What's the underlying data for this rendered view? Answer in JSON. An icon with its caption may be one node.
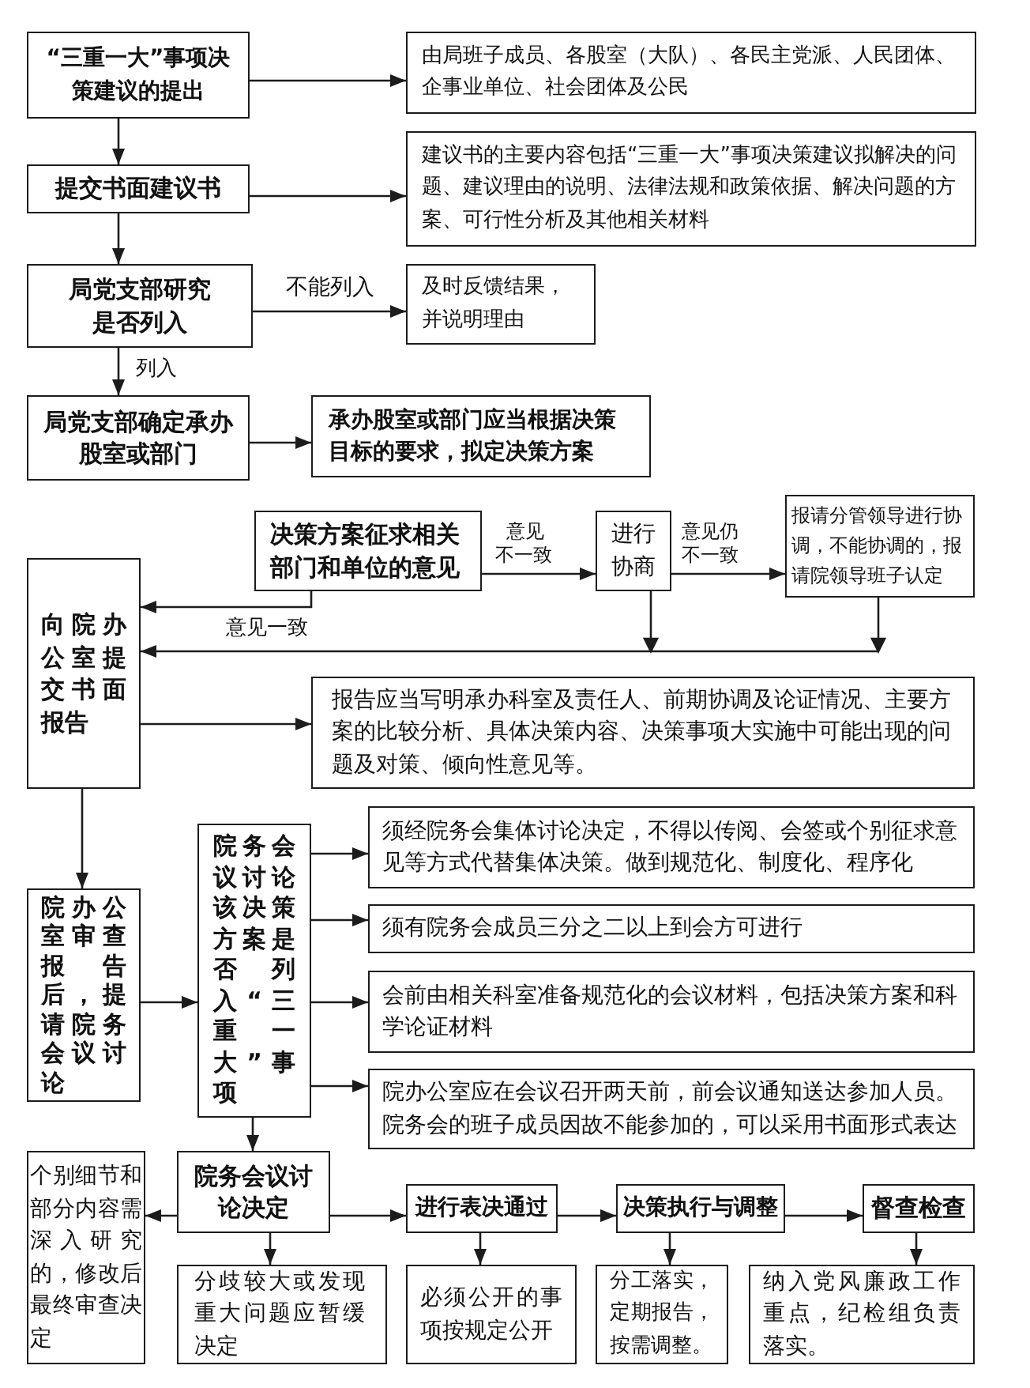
{
  "diagram": {
    "nodes": [
      {
        "text": [
          "“三重一大”事项决策建议的提出"
        ]
      },
      {
        "text": [
          "由局班子成员、各股室（大队）、各民主党派、人民团体、企事业单位、社会团体及公民"
        ]
      },
      {
        "text": [
          "提交书面建议书"
        ]
      },
      {
        "text": [
          "建议书的主要内容包括“三重一大”事项决策建议拟解决的问题、建议理由的说明、法律法规和政策依据、解决问题的方案、可行性分析及其他相关材料"
        ]
      },
      {
        "text": [
          "局党支部研究是否列入"
        ]
      },
      {
        "text": [
          "及时反馈结果，并说明理由"
        ]
      },
      {
        "text": [
          "局党支部确定承办股室或部门"
        ]
      },
      {
        "text": [
          "承办股室或部门应当根据决策目标的要求，拟定决策方案"
        ]
      },
      {
        "text": [
          "决策方案征求相关部门和单位的意见"
        ]
      },
      {
        "text": [
          "进行协商"
        ]
      },
      {
        "text": [
          "报请分管领导进行协调，不能协调的，报请院领导班子认定"
        ]
      },
      {
        "text": [
          "向院办公室提交书面报告"
        ]
      },
      {
        "text": [
          "报告应当写明承办科室及责任人、前期协调及论证情况、主要方案的比较分析、具体决策内容、决策事项大实施中可能出现的问题及对策、倾向性意见等。"
        ]
      },
      {
        "text": [
          "院办公室审查报告后，提请院务会议讨论"
        ]
      },
      {
        "text": [
          "院务会议讨论该决策方案是否列入“三重一大”事项"
        ]
      },
      {
        "text": [
          "须经院务会集体讨论决定，不得以传阅、会签或个别征求意见等方式代替集体决策。做到规范化、制度化、程序化"
        ]
      },
      {
        "text": [
          "须有院务会成员三分之二以上到会方可进行"
        ]
      },
      {
        "text": [
          "会前由相关科室准备规范化的会议材料，包括决策方案和科学论证材料"
        ]
      },
      {
        "text": [
          "院办公室应在会议召开两天前，前会议通知送达参加人员。院务会的班子成员因故不能参加的，可以采用书面形式表达"
        ]
      },
      {
        "text": [
          "个别细节和部分内容需深入研究的，修改后最终审查决定"
        ]
      },
      {
        "text": [
          "院务会议讨论决定"
        ]
      },
      {
        "text": [
          "分歧较大或发现重大问题应暂缓决定"
        ]
      },
      {
        "text": [
          "进行表决通过"
        ]
      },
      {
        "text": [
          "必须公开的事项按规定公开"
        ]
      },
      {
        "text": [
          "决策执行与调整"
        ]
      },
      {
        "text": [
          "分工落实，定期报告，按需调整。"
        ]
      },
      {
        "text": [
          "督查检查"
        ]
      },
      {
        "text": [
          "纳入党风廉政工作重点，纪检组负责落实。"
        ]
      }
    ],
    "edges": [
      {
        "from": 0,
        "to": 1,
        "arrow": "to"
      },
      {
        "from": 0,
        "to": 2,
        "arrow": "to"
      },
      {
        "from": 2,
        "to": 3,
        "arrow": "to"
      },
      {
        "from": 2,
        "to": 4,
        "arrow": "to"
      },
      {
        "from": 4,
        "to": 5,
        "arrow": "to",
        "label": "不能列入"
      },
      {
        "from": 4,
        "to": 6,
        "arrow": "to",
        "label": "列入"
      },
      {
        "from": 6,
        "to": 7,
        "arrow": "to"
      },
      {
        "from": 8,
        "to": 9,
        "arrow": "to",
        "label": "意见不一致"
      },
      {
        "from": 9,
        "to": 10,
        "arrow": "to",
        "label": "意见仍不一致"
      },
      {
        "from": 8,
        "to": 11,
        "arrow": "to",
        "label": "意见一致"
      },
      {
        "from": 9,
        "to": 11,
        "arrow": "to"
      },
      {
        "from": 10,
        "to": 11,
        "arrow": "to"
      },
      {
        "from": 11,
        "to": 12,
        "arrow": "to"
      },
      {
        "from": 11,
        "to": 13,
        "arrow": "to"
      },
      {
        "from": 13,
        "to": 14,
        "arrow": "to"
      },
      {
        "from": 14,
        "to": 15,
        "arrow": "to"
      },
      {
        "from": 14,
        "to": 16,
        "arrow": "to"
      },
      {
        "from": 14,
        "to": 17,
        "arrow": "to"
      },
      {
        "from": 14,
        "to": 18,
        "arrow": "to"
      },
      {
        "from": 14,
        "to": 20,
        "arrow": "to"
      },
      {
        "from": 20,
        "to": 19,
        "arrow": "to"
      },
      {
        "from": 20,
        "to": 22,
        "arrow": "to"
      },
      {
        "from": 22,
        "to": 24,
        "arrow": "to"
      },
      {
        "from": 24,
        "to": 26,
        "arrow": "to"
      },
      {
        "from": 20,
        "to": 21,
        "arrow": "to"
      },
      {
        "from": 22,
        "to": 23,
        "arrow": "to"
      },
      {
        "from": 24,
        "to": 25,
        "arrow": "to"
      },
      {
        "from": 26,
        "to": 27,
        "arrow": "to"
      }
    ]
  }
}
